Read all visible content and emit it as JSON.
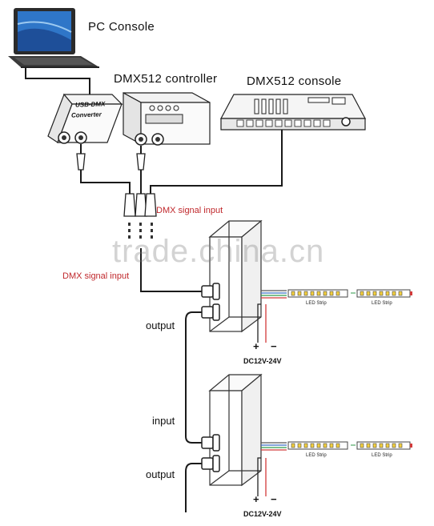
{
  "labels": {
    "pc_console": "PC Console",
    "dmx512_controller": "DMX512 controller",
    "dmx512_console": "DMX512 console",
    "usb_dmx": "USB-DMX",
    "converter": "Converter",
    "dmx_signal_input_1": "DMX signal input",
    "dmx_signal_input_2": "DMX signal input",
    "output_1": "output",
    "input_2": "input",
    "output_2": "output",
    "led_strip_1a": "LED Strip",
    "led_strip_1b": "LED Strip",
    "led_strip_2a": "LED Strip",
    "led_strip_2b": "LED Strip",
    "dc_1": "DC12V-24V",
    "dc_2": "DC12V-24V",
    "plus_1": "+",
    "minus_1": "−",
    "plus_2": "+",
    "minus_2": "−"
  },
  "watermark": "trade.china.cn",
  "colors": {
    "line": "#1a1a1a",
    "accent_red": "#c0282c",
    "wire_blue": "#3a6fc4",
    "wire_green": "#2e9a4a",
    "wire_red": "#d23a3a",
    "led_yellow": "#f4d03f"
  }
}
